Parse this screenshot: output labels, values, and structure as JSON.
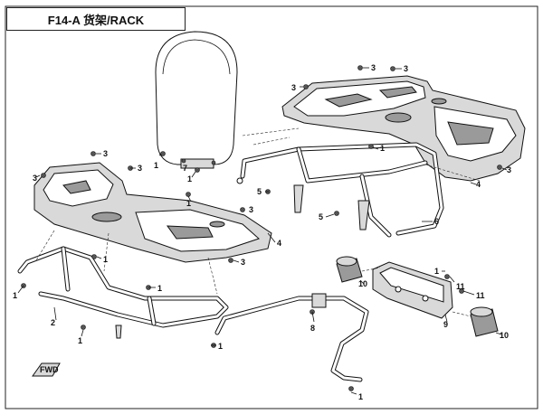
{
  "title": "F14-A 货架/RACK",
  "callouts": {
    "c1": "1",
    "c2": "2",
    "c3": "3",
    "c4": "4",
    "c5": "5",
    "c6": "6",
    "c7": "7",
    "c8": "8",
    "c9": "9",
    "c10": "10",
    "c11": "11"
  },
  "fwd_label": "FWD"
}
